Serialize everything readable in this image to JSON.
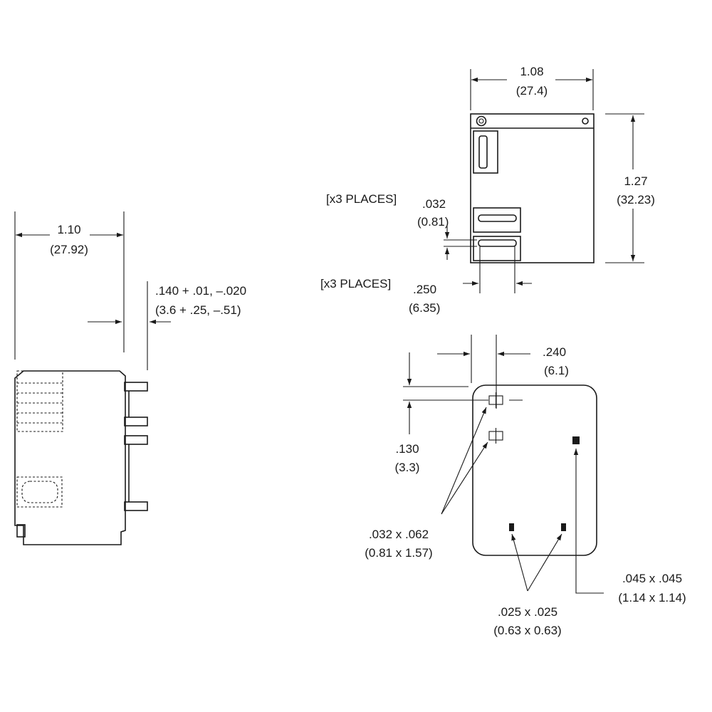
{
  "side_view": {
    "length": {
      "in": "1.10",
      "mm": "(27.92)"
    },
    "pin_length": {
      "in": ".140 + .01,  –.020",
      "mm": "(3.6 + .25, –.51)"
    }
  },
  "top_view": {
    "width": {
      "in": "1.08",
      "mm": "(27.4)"
    },
    "height": {
      "in": "1.27",
      "mm": "(32.23)"
    },
    "slot_width": {
      "places": "[x3 PLACES]",
      "in": ".032",
      "mm": "(0.81)"
    },
    "slot_length": {
      "places": "[x3 PLACES]",
      "in": ".250",
      "mm": "(6.35)"
    }
  },
  "footprint": {
    "offset_x": {
      "in": ".240",
      "mm": "(6.1)"
    },
    "offset_y": {
      "in": ".130",
      "mm": "(3.3)"
    },
    "oval_holes": {
      "in": ".032 x .062",
      "mm": "(0.81 x 1.57)"
    },
    "small_pads": {
      "in": ".025 x .025",
      "mm": "(0.63 x 0.63)"
    },
    "large_pad": {
      "in": ".045 x .045",
      "mm": "(1.14 x 1.14)"
    }
  }
}
